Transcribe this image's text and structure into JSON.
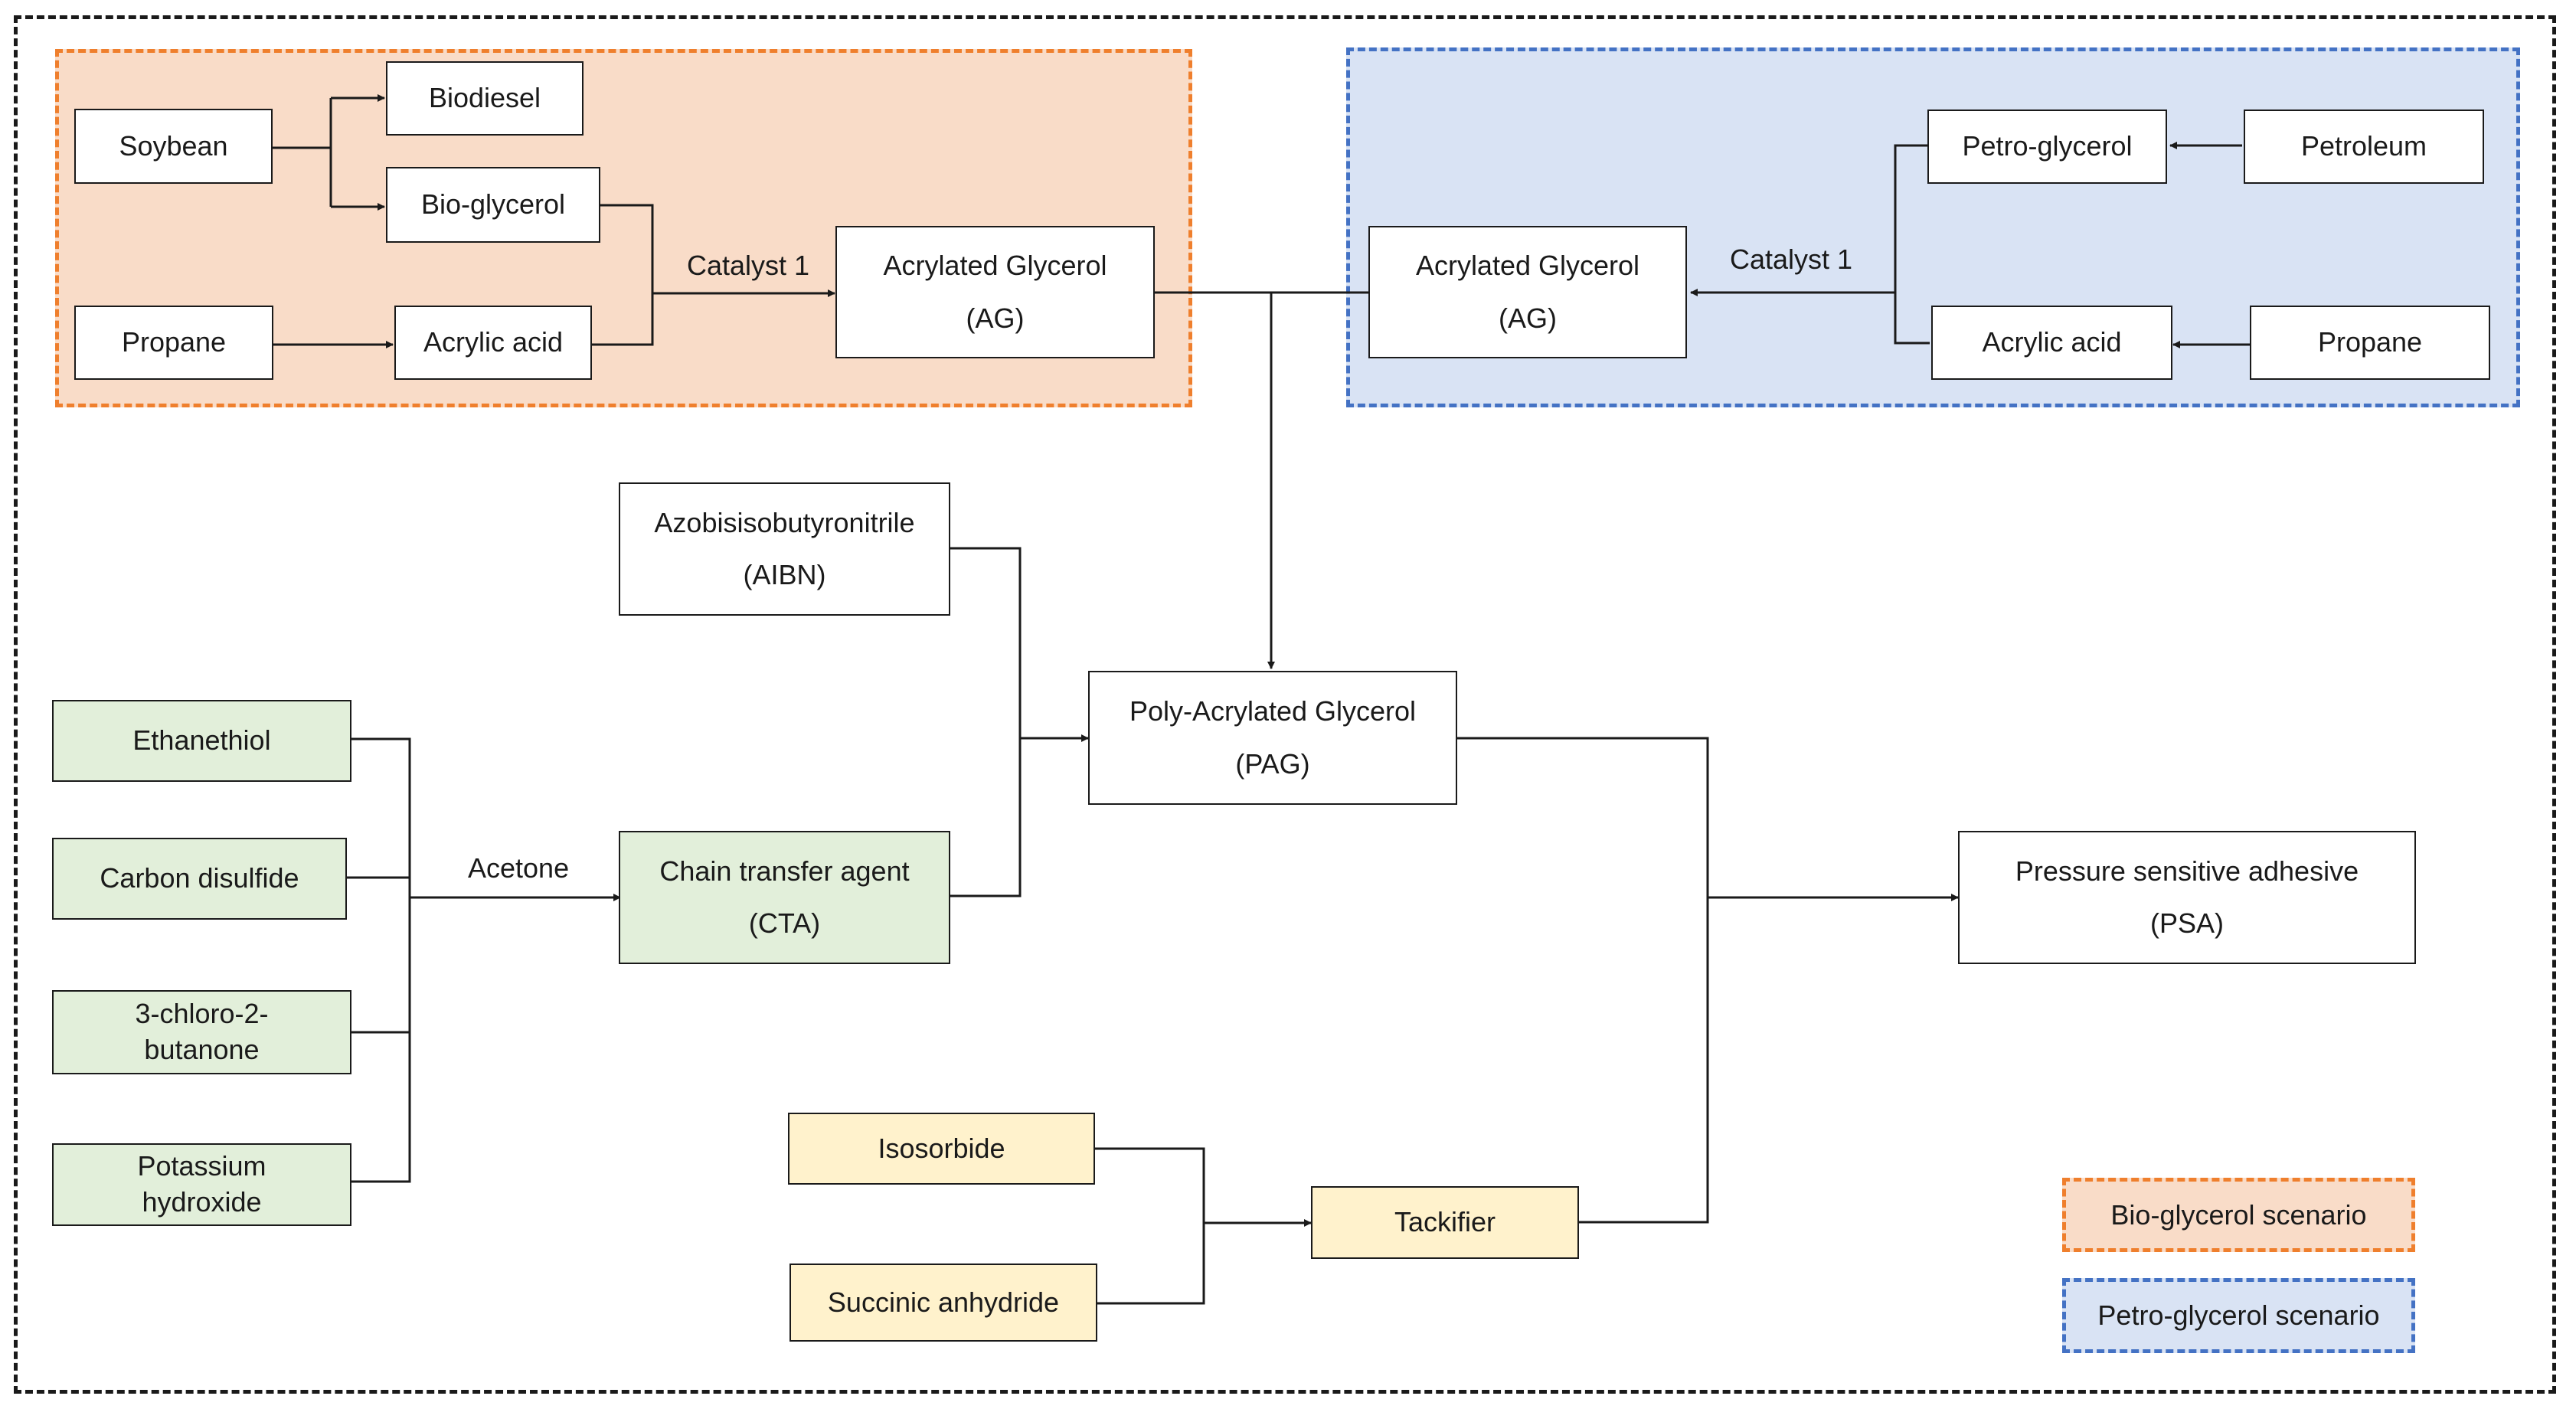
{
  "nodes": {
    "soybean": "Soybean",
    "biodiesel": "Biodiesel",
    "bio_glycerol": "Bio-glycerol",
    "propane_left": "Propane",
    "acrylic_acid_left": "Acrylic acid",
    "ag_left": {
      "line1": "Acrylated Glycerol",
      "line2": "(AG)"
    },
    "ag_right": {
      "line1": "Acrylated Glycerol",
      "line2": "(AG)"
    },
    "petro_glycerol": "Petro-glycerol",
    "petroleum": "Petroleum",
    "acrylic_acid_right": "Acrylic acid",
    "propane_right": "Propane",
    "aibn": {
      "line1": "Azobisisobutyronitrile",
      "line2": "(AIBN)"
    },
    "pag": {
      "line1": "Poly-Acrylated Glycerol",
      "line2": "(PAG)"
    },
    "ethanethiol": "Ethanethiol",
    "carbon_disulfide": "Carbon disulfide",
    "chlorobutanone": {
      "line1": "3-chloro-2-",
      "line2": "butanone"
    },
    "potassium_hydroxide": {
      "line1": "Potassium",
      "line2": "hydroxide"
    },
    "cta": {
      "line1": "Chain transfer agent",
      "line2": "(CTA)"
    },
    "psa": {
      "line1": "Pressure sensitive adhesive",
      "line2": "(PSA)"
    },
    "isosorbide": "Isosorbide",
    "succinic_anhydride": "Succinic anhydride",
    "tackifier": "Tackifier"
  },
  "edge_labels": {
    "catalyst_left": "Catalyst 1",
    "catalyst_right": "Catalyst 1",
    "acetone": "Acetone"
  },
  "legend": {
    "bio": "Bio-glycerol scenario",
    "petro": "Petro-glycerol scenario"
  },
  "colors": {
    "bio_fill": "#f9dcc8",
    "bio_border": "#ef7f2d",
    "petro_fill": "#d9e3f4",
    "petro_border": "#4472c4",
    "green_fill": "#e2efda",
    "yellow_fill": "#fff2cc"
  }
}
